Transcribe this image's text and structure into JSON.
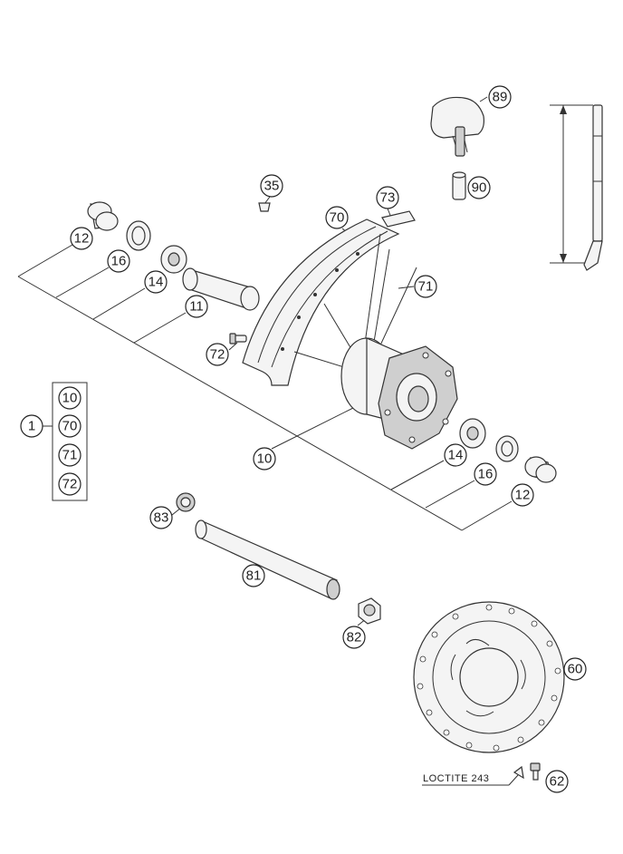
{
  "callouts": {
    "c89": "89",
    "c90": "90",
    "c35": "35",
    "c73": "73",
    "c70": "70",
    "c71": "71",
    "c12a": "12",
    "c16a": "16",
    "c14a": "14",
    "c11": "11",
    "c72": "72",
    "c10": "10",
    "c14b": "14",
    "c16b": "16",
    "c12b": "12",
    "c83": "83",
    "c81": "81",
    "c82": "82",
    "c60": "60",
    "c62": "62",
    "c1": "1"
  },
  "kit": {
    "items": [
      "10",
      "70",
      "71",
      "72"
    ]
  },
  "note": {
    "loctite": "LOCTITE 243"
  }
}
